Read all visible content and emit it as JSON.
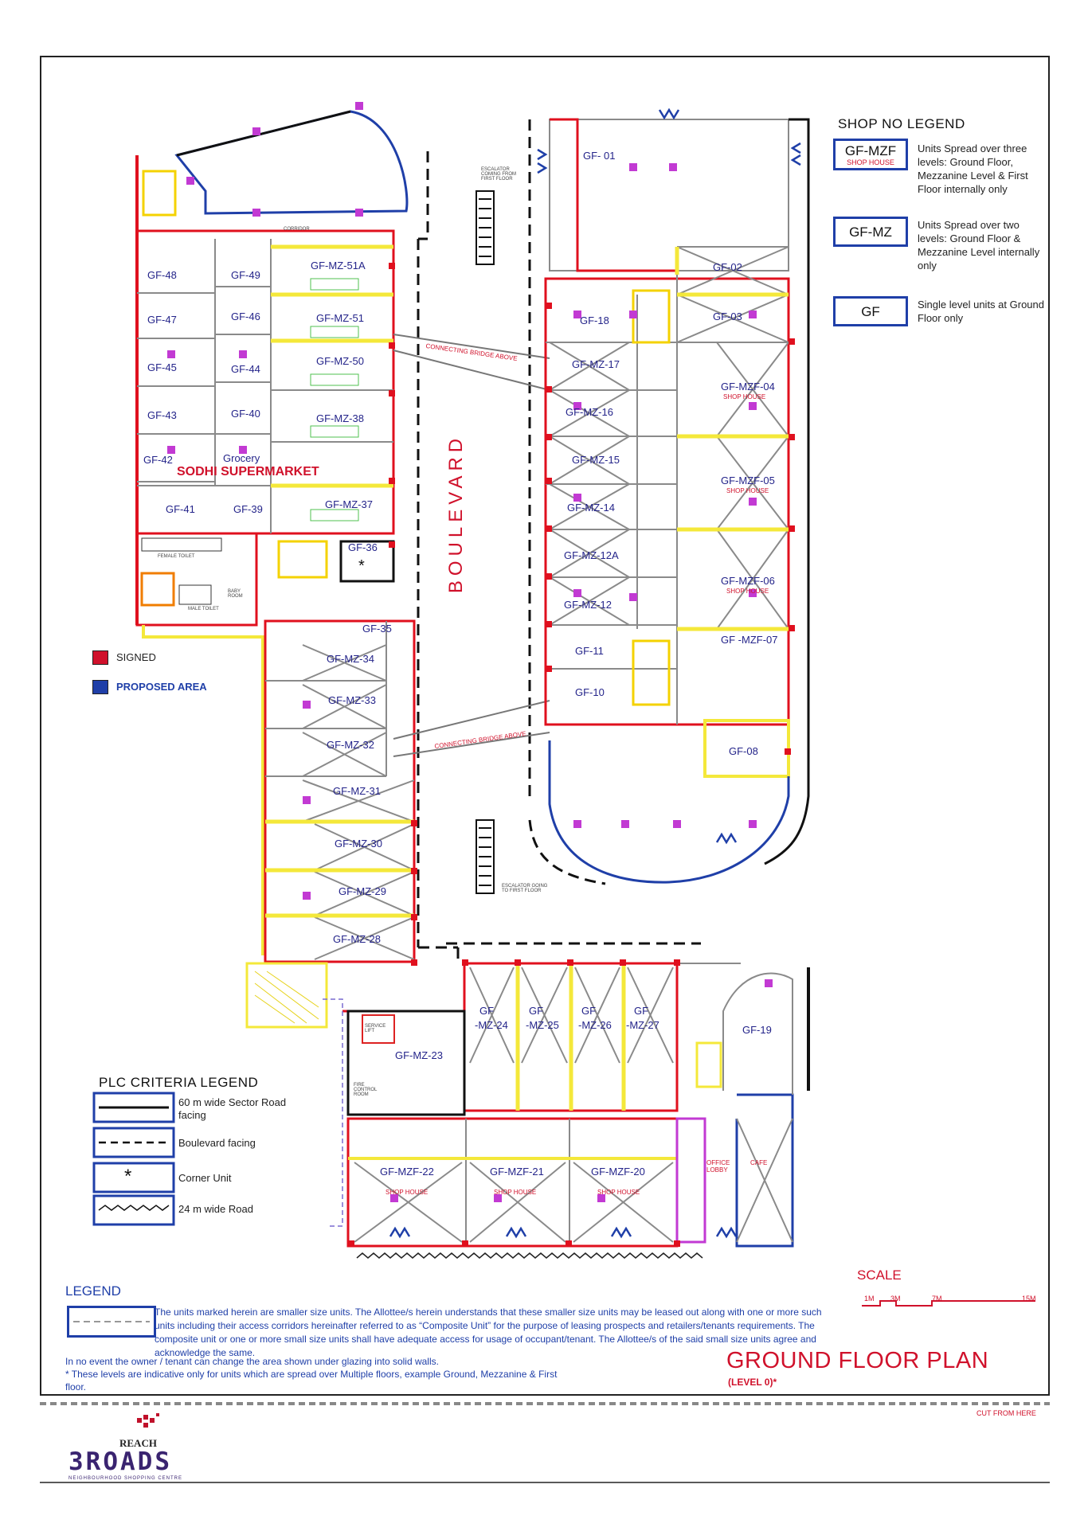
{
  "plan": {
    "title": "GROUND FLOOR PLAN",
    "level": "(LEVEL 0)*",
    "road_label": "BOULEVARD",
    "anchor_tenant": "SODHI SUPERMARKET",
    "anchor_category": "Grocery",
    "annotations": {
      "corridor": "CORRIDOR",
      "connecting_bridge_1": "CONNECTING BRIDGE ABOVE",
      "connecting_bridge_2": "CONNECTING BRIDGE ABOVE",
      "escalator_from": "ESCALATOR COMING FROM FIRST FLOOR",
      "escalator_to": "ESCALATOR GOING TO FIRST FLOOR",
      "female_toilet": "FEMALE TOILET",
      "male_toilet": "MALE TOILET",
      "fire_control": "FIRE CONTROL ROOM",
      "office_lobby": "OFFICE LOBBY",
      "cafe": "CAFE",
      "service_lift": "SERVICE LIFT",
      "baby_room": "BABY ROOM"
    },
    "units": {
      "gf01": "GF- 01",
      "gf02": "GF-02",
      "gf03": "GF-03",
      "gf18": "GF-18",
      "mz17": "GF-MZ-17",
      "mz16": "GF-MZ-16",
      "mz15": "GF-MZ-15",
      "mz14": "GF-MZ-14",
      "mz12a": "GF-MZ-12A",
      "mz12": "GF-MZ-12",
      "gf11": "GF-11",
      "gf10": "GF-10",
      "mzf04": "GF-MZF-04",
      "mzf05": "GF-MZF-05",
      "mzf06": "GF-MZF-06",
      "mzf07": "GF -MZF-07",
      "gf08": "GF-08",
      "gf48": "GF-48",
      "gf47": "GF-47",
      "gf45": "GF-45",
      "gf43": "GF-43",
      "gf42": "GF-42",
      "gf41": "GF-41",
      "gf49": "GF-49",
      "gf46": "GF-46",
      "gf44": "GF-44",
      "gf40": "GF-40",
      "gf39": "GF-39",
      "mz51a": "GF-MZ-51A",
      "mz51": "GF-MZ-51",
      "mz50": "GF-MZ-50",
      "mz38": "GF-MZ-38",
      "mz37": "GF-MZ-37",
      "gf36": "GF-36",
      "gf35": "GF-35",
      "mz34": "GF-MZ-34",
      "mz33": "GF-MZ-33",
      "mz32": "GF-MZ-32",
      "mz31": "GF-MZ-31",
      "mz30": "GF-MZ-30",
      "mz29": "GF-MZ-29",
      "mz28": "GF-MZ-28",
      "mz23": "GF-MZ-23",
      "mz24a": "GF",
      "mz24b": "-MZ-24",
      "mz25a": "GF",
      "mz25b": "-MZ-25",
      "mz26a": "GF",
      "mz26b": "-MZ-26",
      "mz27a": "GF",
      "mz27b": "-MZ-27",
      "mzf22": "GF-MZF-22",
      "mzf21": "GF-MZF-21",
      "mzf20": "GF-MZF-20",
      "gf19": "GF-19",
      "shop_house": "SHOP HOUSE"
    }
  },
  "shop_legend": {
    "title": "SHOP NO LEGEND",
    "items": [
      {
        "code": "GF-MZF",
        "sub": "SHOP HOUSE",
        "desc": "Units Spread over three levels: Ground Floor, Mezzanine Level & First Floor internally only"
      },
      {
        "code": "GF-MZ",
        "sub": "",
        "desc": "Units Spread over two levels: Ground Floor & Mezzanine Level internally only"
      },
      {
        "code": "GF",
        "sub": "",
        "desc": "Single level units at Ground Floor only"
      }
    ]
  },
  "status_key": {
    "signed": "SIGNED",
    "proposed": "PROPOSED AREA",
    "signed_color": "#d0112b",
    "proposed_color": "#1f3fa8"
  },
  "plc_legend": {
    "title": "PLC CRITERIA LEGEND",
    "items": [
      {
        "text": "60 m wide Sector Road facing",
        "symbol": "solid-line"
      },
      {
        "text": "Boulevard facing",
        "symbol": "dashed-line"
      },
      {
        "text": "Corner Unit",
        "symbol": "asterisk"
      },
      {
        "text": "24 m wide Road",
        "symbol": "zigzag-line"
      }
    ]
  },
  "legend": {
    "title": "LEGEND",
    "text": "The units marked herein are smaller size units.  The Allottee/s herein understands that these smaller size units may be leased out along with one or more such units including their access corridors hereinafter referred to as “Composite Unit” for the purpose of leasing prospects and retailers/tenants requirements.  The composite unit or one or more small size units shall have adequate access for usage of occupant/tenant.  The Allottee/s of the said small size units agree and acknowledge the same."
  },
  "notes": {
    "glazing": "In no event the owner / tenant can change the area shown under glazing into solid walls.",
    "levels": "* These levels are indicative only for units which are spread over Multiple floors, example Ground, Mezzanine & First floor."
  },
  "scale": {
    "title": "SCALE",
    "marks": [
      "1M",
      "3M",
      "7M",
      "15M"
    ]
  },
  "footer": {
    "cut": "CUT FROM HERE",
    "brand_top": "REACH",
    "brand": "3ROADS",
    "tagline": "NEIGHBOURHOOD SHOPPING CENTRE"
  },
  "colors": {
    "wall_red": "#e0101e",
    "glazing_blue": "#1f3fa8",
    "corridor_yellow": "#f4e83a",
    "column_magenta": "#c23ad3",
    "grey_partition": "#8a8a8a"
  }
}
